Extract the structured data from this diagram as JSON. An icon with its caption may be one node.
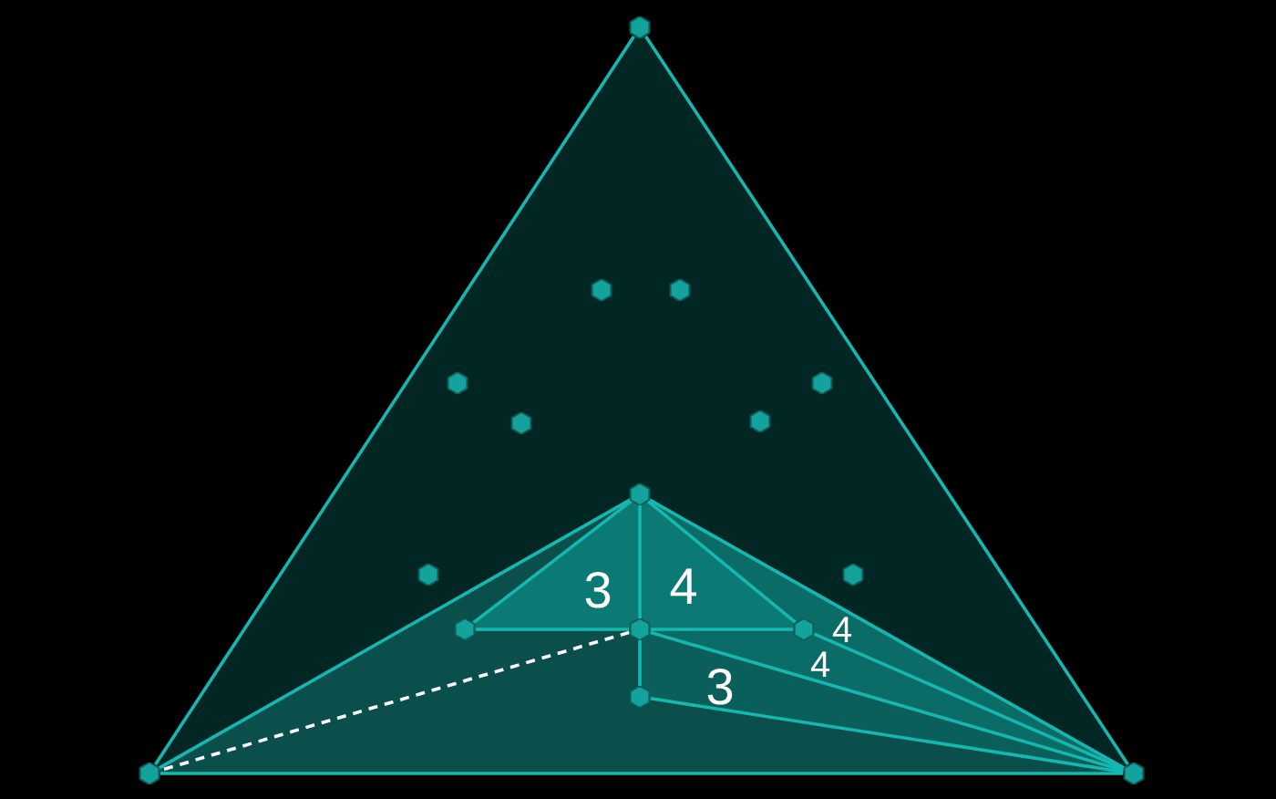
{
  "diagram": {
    "nodes": [
      {
        "text": [],
        "shape": "hexagon"
      },
      {
        "text": [],
        "shape": "hexagon"
      },
      {
        "text": [],
        "shape": "hexagon"
      },
      {
        "text": [],
        "shape": "hexagon"
      },
      {
        "text": [],
        "shape": "hexagon"
      },
      {
        "text": [],
        "shape": "hexagon"
      },
      {
        "text": [],
        "shape": "hexagon"
      },
      {
        "text": [],
        "shape": "hexagon"
      },
      {
        "text": [],
        "shape": "hexagon"
      },
      {
        "text": [],
        "shape": "hexagon"
      },
      {
        "text": [],
        "shape": "hexagon"
      },
      {
        "text": [],
        "shape": "hexagon"
      },
      {
        "text": [],
        "shape": "hexagon"
      },
      {
        "text": [],
        "shape": "hexagon"
      },
      {
        "text": [],
        "shape": "hexagon"
      },
      {
        "text": [],
        "shape": "hexagon"
      }
    ],
    "edges": [
      {
        "from": 0,
        "to": 1,
        "arrow": "none"
      },
      {
        "from": 0,
        "to": 2,
        "arrow": "none"
      },
      {
        "from": 1,
        "to": 2,
        "arrow": "none"
      },
      {
        "from": 11,
        "to": 1,
        "arrow": "none"
      },
      {
        "from": 11,
        "to": 2,
        "arrow": "none"
      },
      {
        "from": 11,
        "to": 12,
        "arrow": "none"
      },
      {
        "from": 11,
        "to": 13,
        "arrow": "none"
      },
      {
        "from": 11,
        "to": 14,
        "arrow": "none"
      },
      {
        "from": 12,
        "to": 13,
        "arrow": "none"
      },
      {
        "from": 13,
        "to": 14,
        "arrow": "none"
      },
      {
        "from": 14,
        "to": 2,
        "arrow": "none"
      },
      {
        "from": 13,
        "to": 2,
        "arrow": "none"
      },
      {
        "from": 13,
        "to": 15,
        "arrow": "none"
      },
      {
        "from": 15,
        "to": 2,
        "arrow": "none"
      },
      {
        "from": 13,
        "to": 1,
        "arrow": "none",
        "style": "dashed",
        "color": "#ffffff"
      }
    ],
    "labels": [
      "3",
      "4",
      "4",
      "4",
      "3"
    ]
  }
}
